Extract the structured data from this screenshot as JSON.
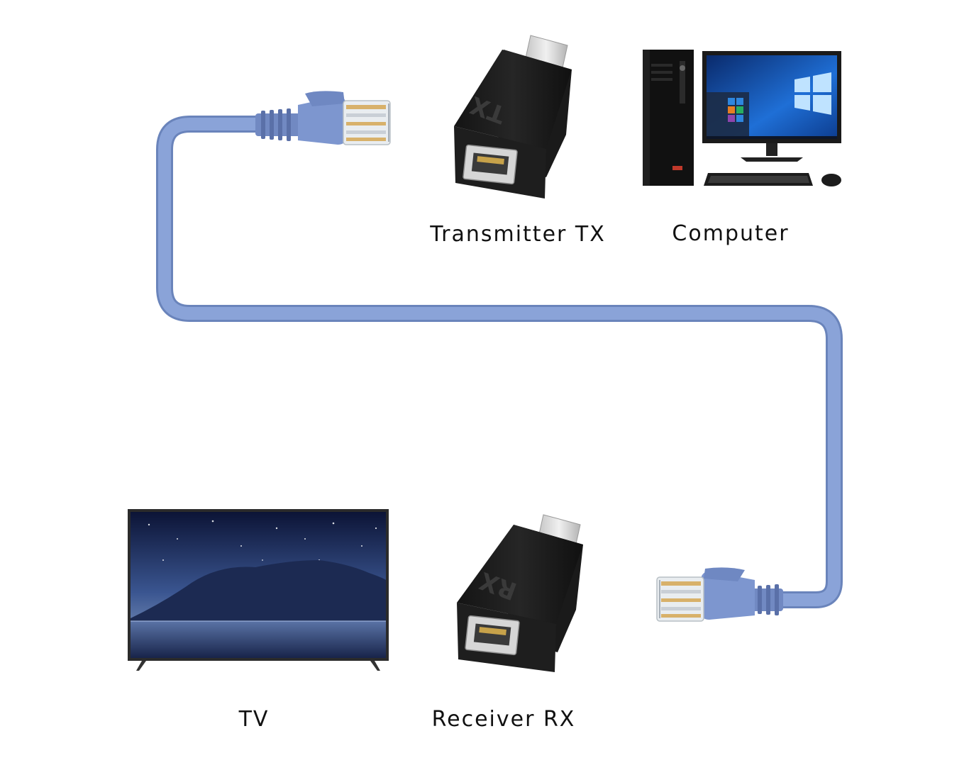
{
  "diagram": {
    "labels": {
      "transmitter": "Transmitter TX",
      "computer": "Computer",
      "tv": "TV",
      "receiver": "Receiver RX"
    },
    "device_markings": {
      "transmitter": "TX",
      "receiver": "RX"
    },
    "colors": {
      "cable": "#7f99d0",
      "cable_shadow": "#6a84bb",
      "adapter_body": "#1c1c1c",
      "adapter_face": "#2a2a2a",
      "hdmi_plug": "#d9d9d9",
      "screen_blue": "#1f6fd6",
      "tv_night": "#101a3a"
    }
  }
}
